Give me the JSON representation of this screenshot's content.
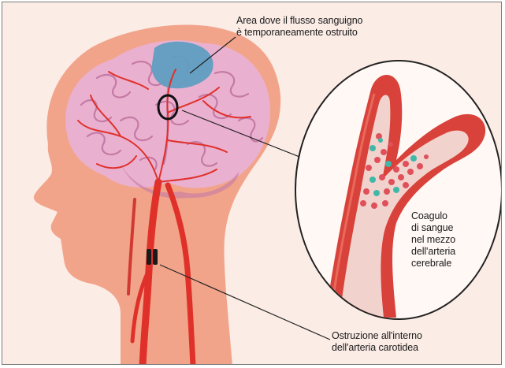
{
  "annotations": {
    "blocked_area": "Area dove il flusso sanguigno\nè temporaneamente ostruito",
    "clot": "Coagulo\ndi sangue\nnel mezzo\ndell'arteria\ncerebrale",
    "carotid_obstruction": "Ostruzione all'interno\ndell'arteria carotidea"
  },
  "colors": {
    "background": "#fbece6",
    "head_silhouette": "#f2a48a",
    "brain": "#eab0d0",
    "brain_shadow": "#c47aa5",
    "arteries": "#e0302a",
    "blocked_area": "#5f9ec0",
    "magnified_vessel": "#d9423a",
    "vessel_lumen": "#f1d2cd",
    "clot_cells_red": "#e0505a",
    "clot_cells_teal": "#3fb8a8"
  }
}
